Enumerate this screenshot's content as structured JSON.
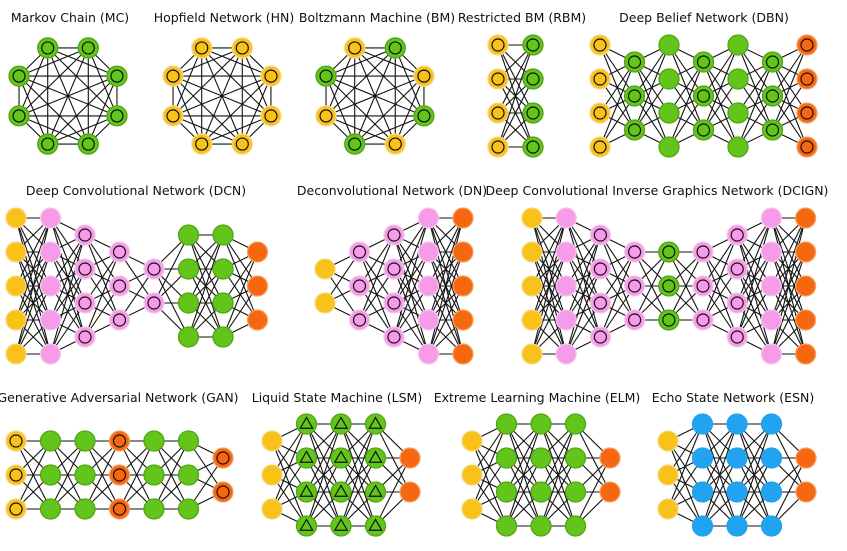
{
  "colors": {
    "yellow": "#f8c21a",
    "yellow_ring": "#f8d77c",
    "green": "#63c51b",
    "green_ring": "#4fa60f",
    "pink": "#f59be7",
    "pink_ring": "#f7c4ee",
    "orange": "#f5680f",
    "orange_ring": "#f8a062",
    "blue": "#22a3ef",
    "edge": "#111111"
  },
  "networks": [
    {
      "key": "mc",
      "title": "Markov Chain (MC)",
      "type": "ring",
      "kind": "green",
      "inner": "circle"
    },
    {
      "key": "hn",
      "title": "Hopfield Network (HN)",
      "type": "ring",
      "kind": "yellow",
      "inner": "circle"
    },
    {
      "key": "bm",
      "title": "Boltzmann Machine (BM)",
      "type": "ring",
      "kind": "mixed",
      "inner": "circle"
    },
    {
      "key": "rbm",
      "title": "Restricted BM (RBM)",
      "type": "layers",
      "layers": [
        "yellow:4:circle",
        "green:4:circle"
      ]
    },
    {
      "key": "dbn",
      "title": "Deep Belief Network (DBN)",
      "type": "layers",
      "layers": [
        "yellow:4:circle",
        "green:3:circle",
        "green:4:none",
        "green:3:circle",
        "green:4:none",
        "green:3:circle",
        "orange:4:circle"
      ]
    },
    {
      "key": "dcn",
      "title": "Deep Convolutional Network (DCN)",
      "type": "layers",
      "layers": [
        "yellow:5:none",
        "pink:5:none",
        "pink:4:circle",
        "pink:3:circle",
        "pink:2:circle",
        "green:4:none",
        "green:4:none",
        "orange:3:none"
      ]
    },
    {
      "key": "dn",
      "title": "Deconvolutional Network (DN)",
      "type": "layers",
      "layers": [
        "yellow:2:none",
        "pink:3:circle",
        "pink:4:circle",
        "pink:5:none",
        "orange:5:none"
      ]
    },
    {
      "key": "dcign",
      "title": "Deep Convolutional Inverse Graphics Network (DCIGN)",
      "type": "layers",
      "layers": [
        "yellow:5:none",
        "pink:5:none",
        "pink:4:circle",
        "pink:3:circle",
        "green:3:circle",
        "pink:3:circle",
        "pink:4:circle",
        "pink:5:none",
        "orange:5:none"
      ]
    },
    {
      "key": "gan",
      "title": "Generative Adversarial Network (GAN)",
      "type": "layers",
      "layers": [
        "yellow:3:circle",
        "green:3:none",
        "green:3:none",
        "orange:3:circle",
        "green:3:none",
        "green:3:none",
        "orange:2:circle"
      ]
    },
    {
      "key": "lsm",
      "title": "Liquid State Machine (LSM)",
      "type": "layers",
      "layers": [
        "yellow:3:none",
        "green:4:triangle",
        "green:4:triangle",
        "green:4:triangle",
        "orange:2:none"
      ]
    },
    {
      "key": "elm",
      "title": "Extreme Learning Machine (ELM)",
      "type": "layers",
      "layers": [
        "yellow:3:none",
        "green:4:none",
        "green:4:none",
        "green:4:none",
        "orange:2:none"
      ]
    },
    {
      "key": "esn",
      "title": "Echo State Network (ESN)",
      "type": "layers",
      "layers": [
        "yellow:3:none",
        "blue:4:none",
        "blue:4:none",
        "blue:4:none",
        "orange:2:none"
      ]
    }
  ]
}
